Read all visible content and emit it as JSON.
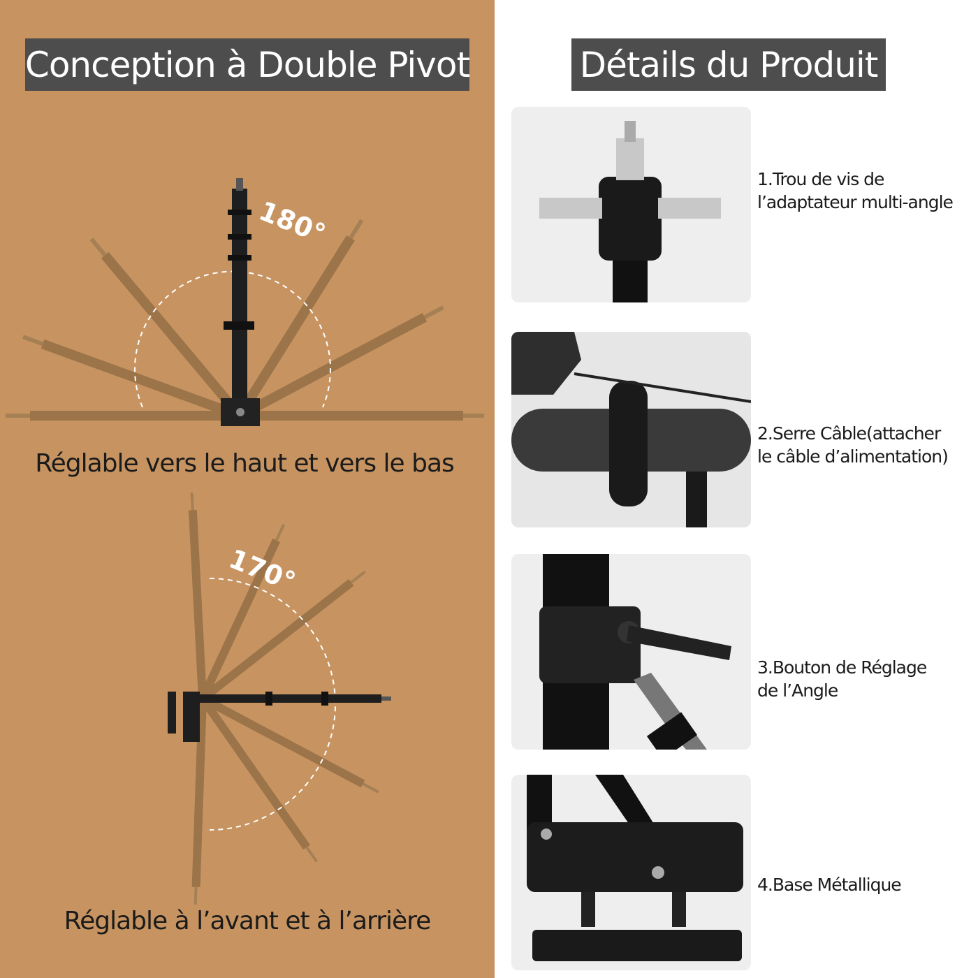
{
  "left": {
    "title": "Conception à Double Pivot",
    "top_angle": "180°",
    "top_caption": "Réglable vers le haut et vers le bas",
    "bottom_angle": "170°",
    "bottom_caption": "Réglable à l’avant et à l’arrière"
  },
  "right": {
    "title": "Détails du Produit",
    "details": [
      {
        "line1": "1.Trou de vis de",
        "line2": "l’adaptateur multi-angle"
      },
      {
        "line1": "2.Serre Câble(attacher",
        "line2": "le câble d’alimentation)"
      },
      {
        "line1": "3.Bouton de Réglage",
        "line2": "de  l’Angle"
      },
      {
        "line1": "4.Base Métallique",
        "line2": ""
      }
    ]
  },
  "colors": {
    "background_left": "#c79461",
    "title_box": "#4d4d4d",
    "arm_ghost": "#8e6a42",
    "arm_main": "#1e1e1e"
  }
}
